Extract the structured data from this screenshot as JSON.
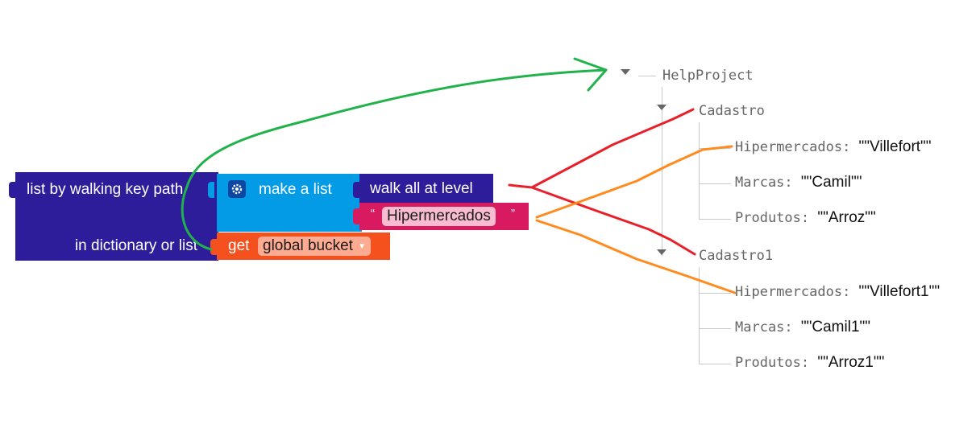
{
  "blocks": {
    "list_by_walking": {
      "label": "list by walking key path",
      "dict_label": "in dictionary or list"
    },
    "make_list": {
      "label": "make a list"
    },
    "walk_all": {
      "label": "walk all at level"
    },
    "text_block": {
      "open_quote": "“",
      "value": "Hipermercados",
      "close_quote": "”"
    },
    "get_block": {
      "label": "get",
      "variable": "global bucket",
      "dropdown_arrow": "▼"
    }
  },
  "tree": {
    "root": "HelpProject",
    "nodes": [
      {
        "name": "Cadastro",
        "items": [
          {
            "key": "Hipermercados",
            "sep": ": ",
            "value": "\"\"Villefort\"\""
          },
          {
            "key": "Marcas",
            "sep": ": ",
            "value": "\"\"Camil\"\""
          },
          {
            "key": "Produtos",
            "sep": ": ",
            "value": "\"\"Arroz\"\""
          }
        ]
      },
      {
        "name": "Cadastro1",
        "items": [
          {
            "key": "Hipermercados",
            "sep": ": ",
            "value": "\"\"Villefort1\"\""
          },
          {
            "key": "Marcas",
            "sep": ": ",
            "value": "\"\"Camil1\"\""
          },
          {
            "key": "Produtos",
            "sep": ": ",
            "value": "\"\"Arroz1\"\""
          }
        ]
      }
    ]
  },
  "colors": {
    "dict_block": "#2d1d9b",
    "list_block": "#039be5",
    "text_block": "#d81b60",
    "variable_block": "#f4511e",
    "annotation_green": "#22b24c",
    "annotation_red": "#e8202a",
    "annotation_orange": "#ff8a1e"
  }
}
